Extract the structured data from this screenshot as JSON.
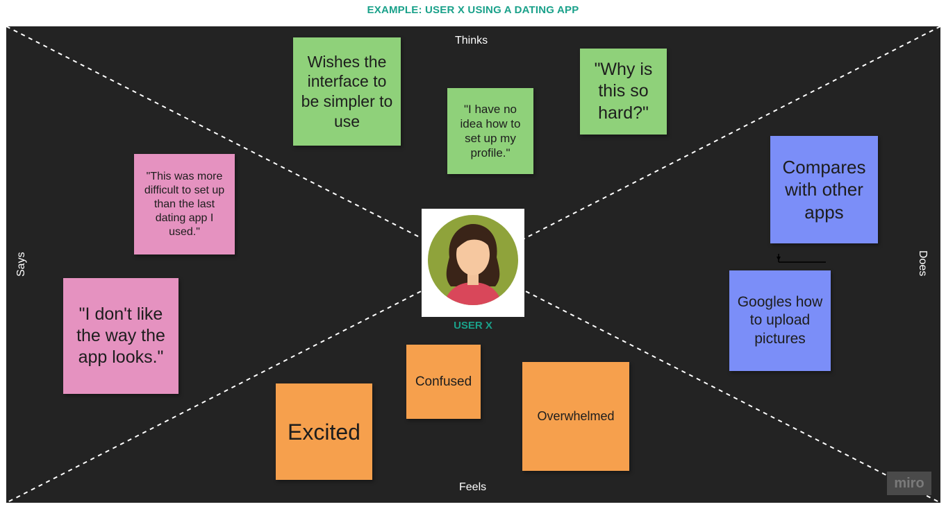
{
  "title": "EXAMPLE: USER X USING A DATING APP",
  "quadrants": {
    "thinks": "Thinks",
    "feels": "Feels",
    "says": "Says",
    "does": "Does"
  },
  "user": {
    "label": "USER X",
    "icon": "female-user-avatar-icon"
  },
  "notes": {
    "thinks": [
      "Wishes the interface to be simpler to use",
      "\"I have no idea how to set up my profile.\"",
      "\"Why is this so hard?\""
    ],
    "says": [
      "\"This was more difficult to set up than the last dating app I used.\"",
      "\"I don't like the way the app looks.\""
    ],
    "does": [
      "Compares with other apps",
      "Googles how to upload pictures"
    ],
    "feels": [
      "Confused",
      "Excited",
      "Overwhelmed"
    ]
  },
  "watermark": "miro",
  "colors": {
    "title": "#1aa18a",
    "board": "#232323",
    "thinks_note": "#8fd17a",
    "says_note": "#e592c0",
    "does_note": "#7b8ef8",
    "feels_note": "#f6a04d"
  }
}
